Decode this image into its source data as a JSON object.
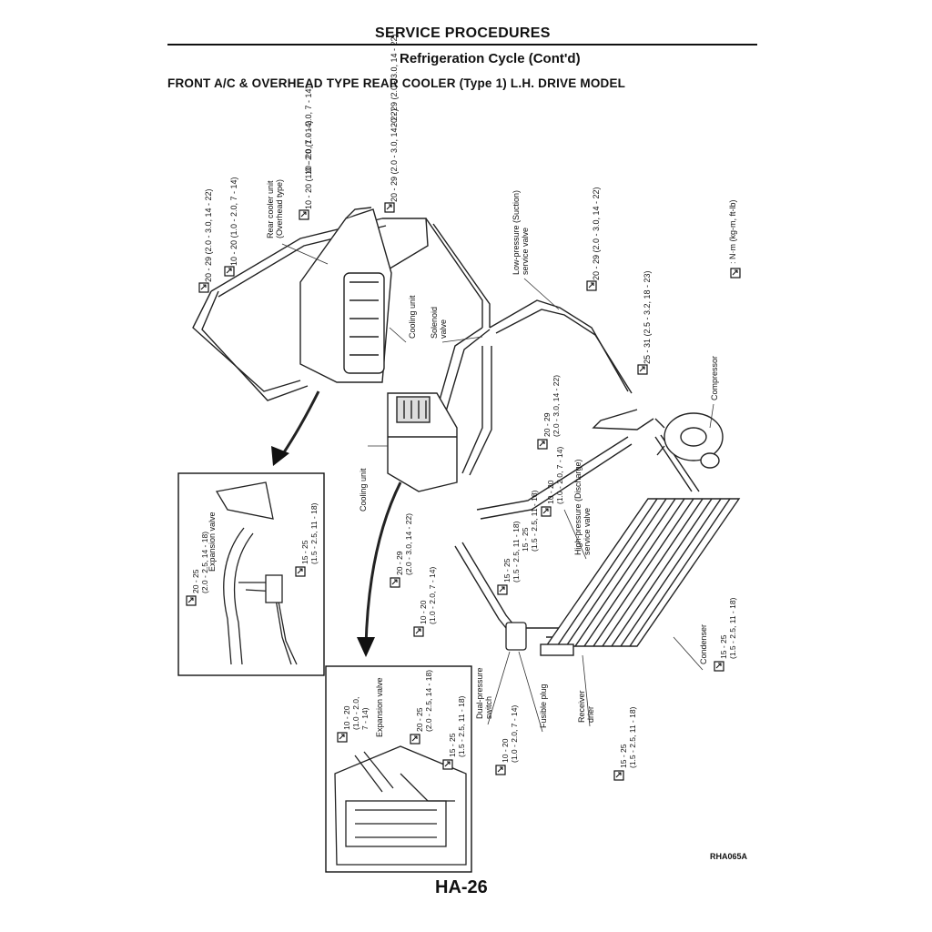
{
  "header": {
    "title": "SERVICE PROCEDURES",
    "subtitle": "Refrigeration Cycle (Cont'd)",
    "model": "FRONT A/C & OVERHEAD TYPE REAR COOLER (Type 1) L.H. DRIVE MODEL"
  },
  "legend": {
    "unit": ": N·m (kg-m, ft-lb)",
    "icon": "torque-wrench-icon"
  },
  "labels": {
    "rear_cooler_unit": [
      "Rear cooler unit",
      "(Overhead type)"
    ],
    "cooling_unit_rear": "Cooling unit",
    "solenoid_valve": [
      "Solenoid",
      "valve"
    ],
    "low_pressure_valve": [
      "Low-pressure (Suction)",
      "service valve"
    ],
    "compressor": "Compressor",
    "cooling_unit_front": "Cooling unit",
    "high_pressure_valve": [
      "High-pressure (Discharge)",
      "service valve"
    ],
    "condenser": "Condenser",
    "dual_pressure_switch": [
      "Dual-pressure",
      "switch"
    ],
    "fusible_plug": "Fusible plug",
    "receiver_drier": [
      "Receiver",
      "drier"
    ],
    "expansion_valve_1": "Expansion valve",
    "expansion_valve_2": "Expansion valve"
  },
  "torques": {
    "t1": "10 - 20 (1.0 - 2.0, 7 - 14)",
    "t2": "20 - 29 (2.0 - 3.0, 14 - 22)",
    "t3": "20 - 29 (2.0 - 3.0, 14 - 22)",
    "t4": "10 - 20 (1.0 - 2.0, 7 - 14)",
    "t5": "10 - 20 (1.0 - 2.0, 7 - 14)",
    "t6": "20 - 29 (2.0 - 3.0, 14 - 22)",
    "t7": "20 - 29 (2.0 - 3.0, 14 - 22)",
    "t8": "25 - 31 (2.5 - 3.2, 18 - 23)",
    "t9": [
      "20 - 29",
      "(2.0 - 3.0, 14 - 22)"
    ],
    "t10": [
      "10 - 20",
      "(1.0 - 2.0, 7 - 14)"
    ],
    "t11": [
      "20 - 29",
      "(2.0 - 3.0, 14 - 22)"
    ],
    "t12": [
      "10 - 20",
      "(1.0 - 2.0, 7 - 14)"
    ],
    "t13": [
      "15 - 25",
      "(1.5 - 2.5, 11 - 18)"
    ],
    "t14": [
      "15 - 25",
      "(1.5 - 2.5, 11 - 18)"
    ],
    "t15": [
      "10 - 20",
      "(1.0 - 2.0, 7 - 14)"
    ],
    "t16": [
      "15 - 25",
      "(1.5 - 2.5, 11 - 18)"
    ],
    "t17": [
      "15 - 25",
      "(1.5 - 2.5, 11 - 18)"
    ],
    "inset1_a": [
      "20 - 25",
      "(2.0 - 2.5, 14 - 18)"
    ],
    "inset1_b": [
      "15 - 25",
      "(1.5 - 2.5, 11 - 18)"
    ],
    "inset2_a": [
      "10 - 20",
      "(1.0 - 2.0,",
      "7 - 14)"
    ],
    "inset2_b": [
      "20 - 25",
      "(2.0 - 2.5, 14 - 18)"
    ],
    "inset2_c": [
      "15 - 25",
      "(1.5 - 2.5, 11 - 18)"
    ]
  },
  "footer": {
    "ref": "RHA065A",
    "page": "HA-26"
  }
}
